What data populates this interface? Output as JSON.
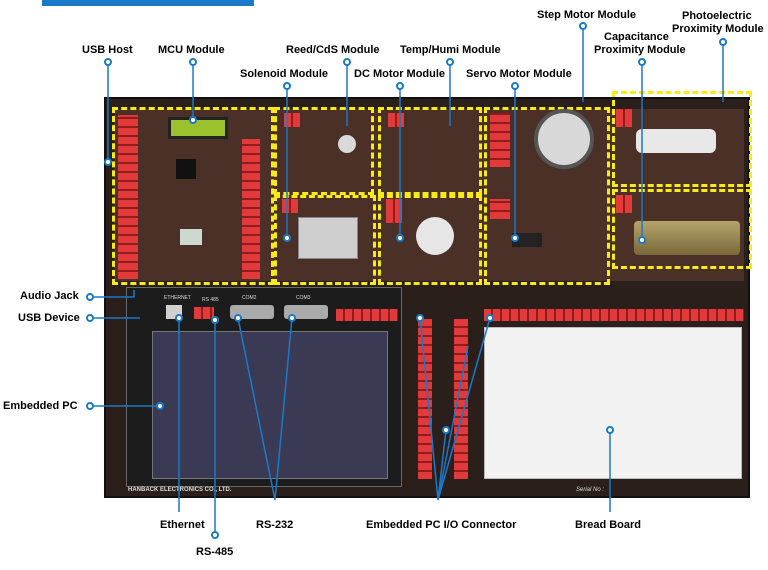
{
  "labels": {
    "usb_host": "USB Host",
    "mcu_module": "MCU Module",
    "reed_cds": "Reed/CdS Module",
    "temp_humi": "Temp/Humi Module",
    "step_motor": "Step Motor Module",
    "photoelectric_line1": "Photoelectric",
    "photoelectric_line2": "Proximity Module",
    "capacitance_line1": "Capacitance",
    "capacitance_line2": "Proximity Module",
    "solenoid": "Solenoid Module",
    "dc_motor": "DC Motor Module",
    "servo_motor": "Servo Motor Module",
    "audio_jack": "Audio Jack",
    "usb_device": "USB Device",
    "embedded_pc": "Embedded PC",
    "ethernet": "Ethernet",
    "rs485": "RS-485",
    "rs232": "RS-232",
    "embedded_io": "Embedded PC I/O Connector",
    "bread_board": "Bread Board"
  },
  "board_text": {
    "vendor": "HANBACK ELECTRONICS CO., LTD.",
    "com2": "COM2",
    "com3": "COM3",
    "rs485_small": "RS 485",
    "ethernet_small": "ETHERNET",
    "serial": "Serial No :"
  },
  "colors": {
    "accent_blue": "#1a79c9",
    "highlight_yellow": "#f7ea1a",
    "board_brown": "#2a1f1b"
  }
}
